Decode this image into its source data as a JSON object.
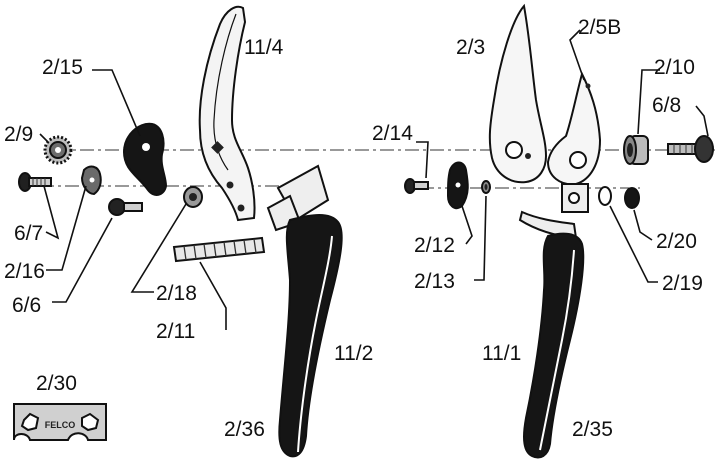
{
  "diagram": {
    "labels": {
      "p11_4": "11/4",
      "p2_15": "2/15",
      "p2_9": "2/9",
      "p6_7": "6/7",
      "p2_16": "2/16",
      "p6_6": "6/6",
      "p2_18": "2/18",
      "p2_11": "2/11",
      "p11_2": "11/2",
      "p2_30": "2/30",
      "p2_36": "2/36",
      "p2_3": "2/3",
      "p2_5B": "2/5B",
      "p2_10": "2/10",
      "p6_8": "6/8",
      "p2_14": "2/14",
      "p2_12": "2/12",
      "p2_13": "2/13",
      "p2_20": "2/20",
      "p2_19": "2/19",
      "p11_1": "11/1",
      "p2_35": "2/35"
    },
    "plate_text": "FELCO"
  }
}
